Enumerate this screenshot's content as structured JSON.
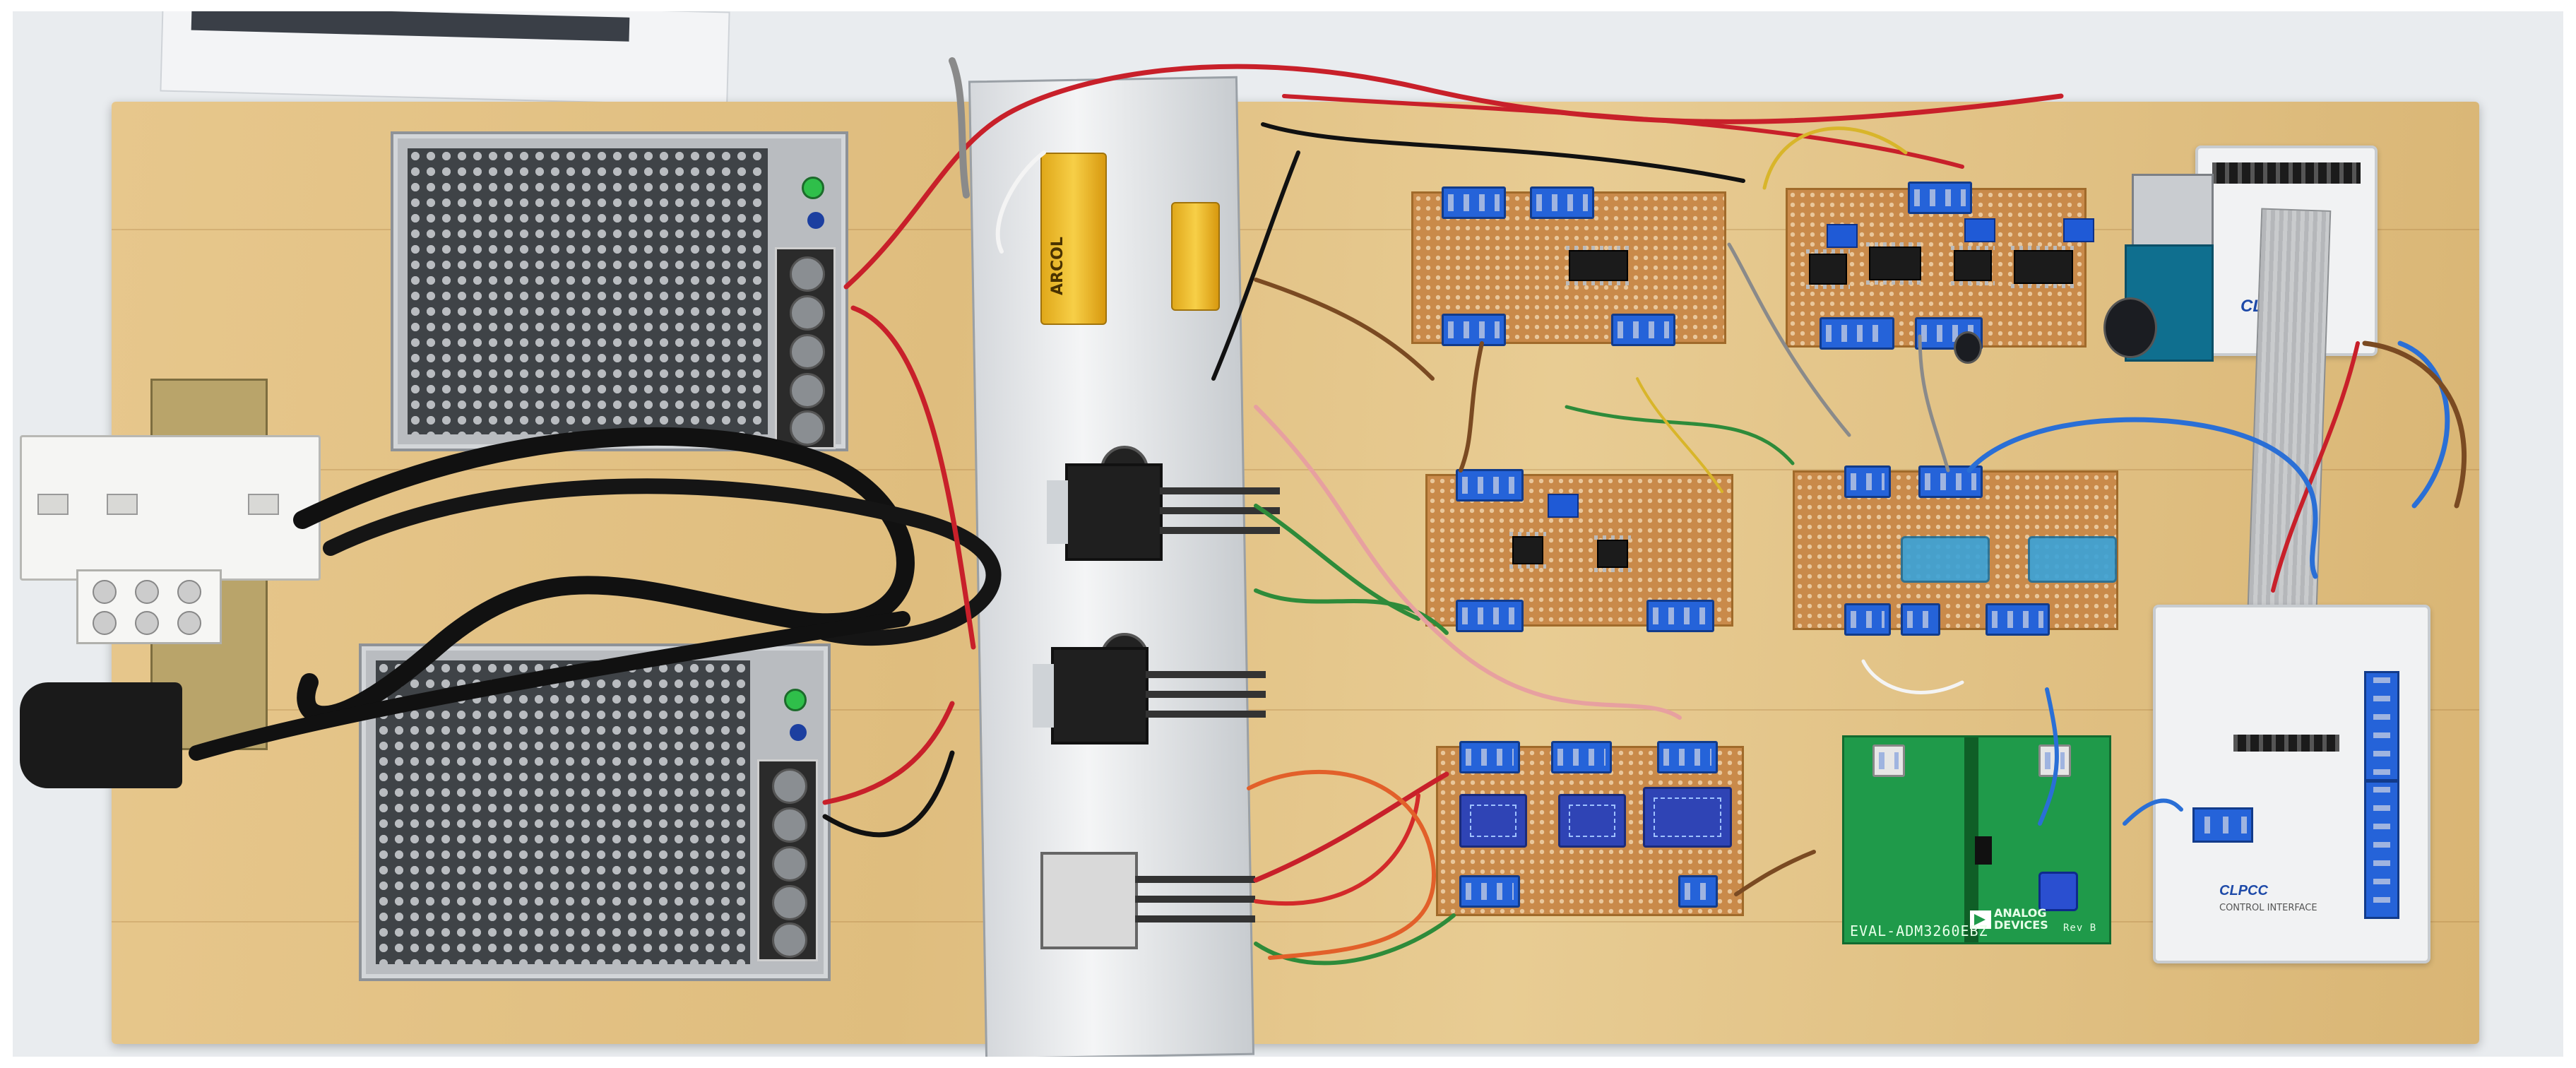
{
  "photo": {
    "subject": "",
    "labels": {
      "resistor_left": "ARCOL",
      "eval_board": "EVAL-ADM3260EBZ",
      "eval_board_rev": "Rev B",
      "eval_board_maker_line1": "ANALOG",
      "eval_board_maker_line2": "DEVICES",
      "interface_brand_top": "CLPCC",
      "interface_brand_bottom": "CLPCC",
      "interface_sub_bottom": "CONTROL INTERFACE"
    },
    "colors": {
      "board_wood": "#e0c085",
      "pcb": "#c98a4a",
      "eval_pcb": "#1f9a4a",
      "wire_red": "#c8202a",
      "wire_black": "#111111",
      "wire_blue": "#2a6fd6",
      "wire_green": "#2e8b3a",
      "wire_brown": "#7a4a22",
      "wire_orange": "#e2602a",
      "wire_pink": "#e7a0a0",
      "wire_grey": "#8a8a8a",
      "wire_yellow": "#d8b52a"
    }
  }
}
